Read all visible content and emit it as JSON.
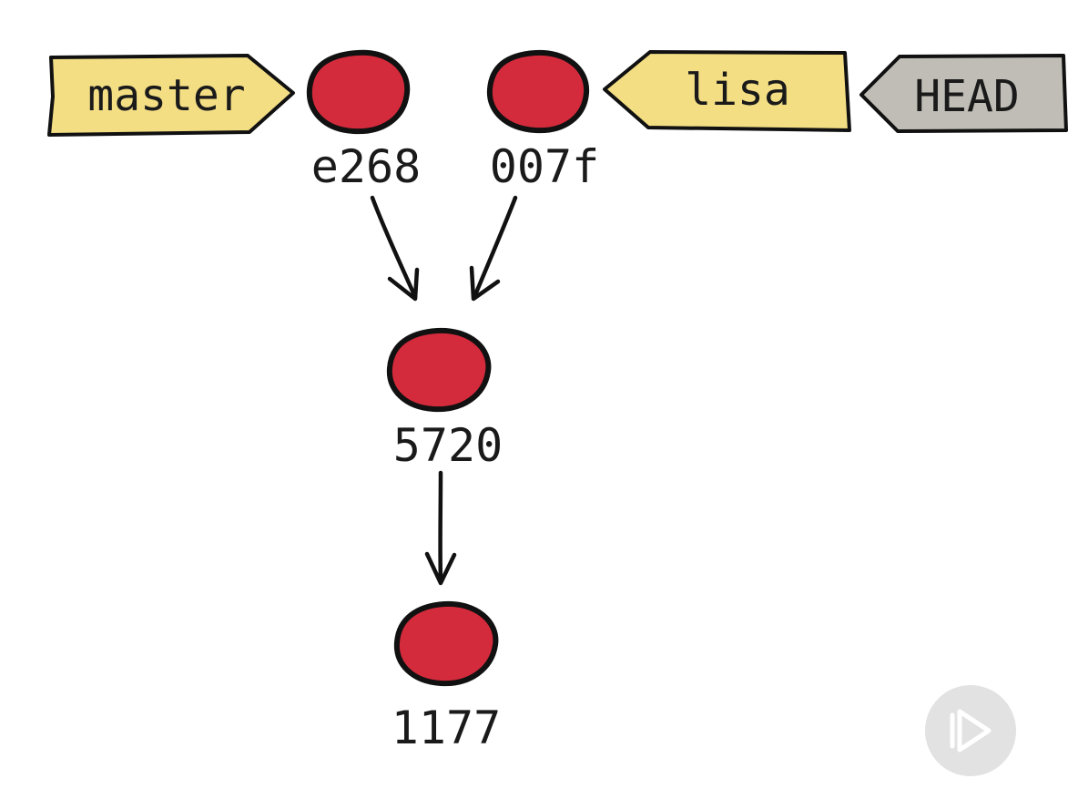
{
  "refs": {
    "master": {
      "label": "master",
      "points_to": "e268",
      "color": "#f3de84"
    },
    "lisa": {
      "label": "lisa",
      "points_to": "007f",
      "color": "#f3de84"
    },
    "head": {
      "label": "HEAD",
      "points_to": "lisa",
      "color": "#bfbdb5"
    }
  },
  "commits": {
    "c1": {
      "hash": "e268",
      "color": "#d42b3c"
    },
    "c2": {
      "hash": "007f",
      "color": "#d42b3c"
    },
    "c3": {
      "hash": "5720",
      "color": "#d42b3c"
    },
    "c4": {
      "hash": "1177",
      "color": "#d42b3c"
    }
  },
  "edges": [
    {
      "from": "e268",
      "to": "5720"
    },
    {
      "from": "007f",
      "to": "5720"
    },
    {
      "from": "5720",
      "to": "1177"
    }
  ],
  "controls": {
    "play_icon": "play-icon"
  }
}
